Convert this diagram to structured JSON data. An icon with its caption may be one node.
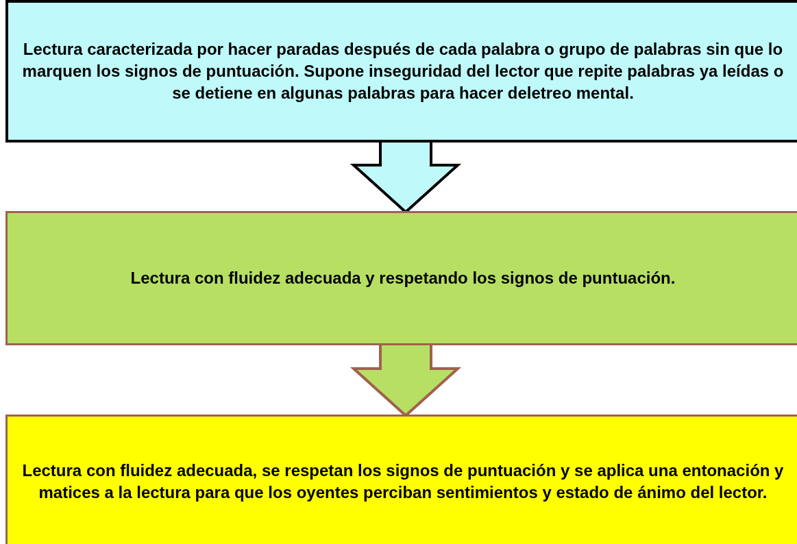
{
  "diagram": {
    "nodes": [
      {
        "text": [
          "Lectura caracterizada por hacer paradas después de cada palabra o grupo de palabras sin que lo marquen los signos de puntuación. Supone inseguridad del lector que repite palabras ya leídas o se detiene en algunas palabras para hacer deletreo mental."
        ]
      },
      {
        "text": [
          "Lectura con fluidez adecuada y respetando los signos de puntuación."
        ]
      },
      {
        "text": [
          "Lectura con fluidez adecuada, se respetan los signos de puntuación y se  aplica una entonación y matices a la lectura para que los oyentes perciban sentimientos y estado de ánimo del lector."
        ]
      }
    ],
    "edges": [
      {
        "from": 0,
        "to": 1,
        "arrow": "to",
        "color": "#000000"
      },
      {
        "from": 1,
        "to": 2,
        "arrow": "to",
        "color": "#a0624c"
      }
    ]
  }
}
